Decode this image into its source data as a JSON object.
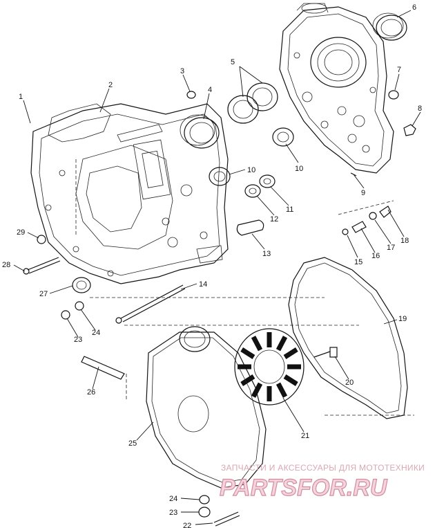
{
  "callouts": [
    "1",
    "2",
    "3",
    "4",
    "5",
    "6",
    "7",
    "8",
    "9",
    "10",
    "10",
    "11",
    "12",
    "13",
    "14",
    "15",
    "16",
    "17",
    "18",
    "19",
    "20",
    "21",
    "22",
    "23",
    "23",
    "24",
    "24",
    "25",
    "26",
    "27",
    "28",
    "29"
  ],
  "watermark": {
    "tagline": "ЗАПЧАСТИ И АКСЕССУАРЫ ДЛЯ МОТОТЕХНИКИ",
    "brand": "PARTSFOR.RU"
  },
  "colors": {
    "line": "#111111",
    "watermark_fill": "#f3d6dd",
    "watermark_stroke": "#d48aa0",
    "watermark_text": "#d9a8b4"
  }
}
